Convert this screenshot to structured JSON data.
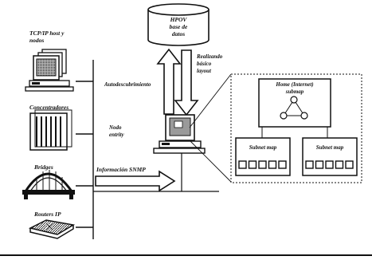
{
  "left_nodes": {
    "tcpip": {
      "label_line1": "TCP/IP host y",
      "label_line2": "nodos"
    },
    "concentrators": {
      "label": "Concentradores"
    },
    "bridges": {
      "label": "Bridges"
    },
    "routers": {
      "label": "Routers IP"
    }
  },
  "database": {
    "line1": "HPOV",
    "line2": "base de",
    "line3": "datos"
  },
  "arrows": {
    "autodiscovery": "Autodescubrimiento",
    "layout_line1": "Realizando",
    "layout_line2": "básico",
    "layout_line3": "layout",
    "snmp": "Información SNMP"
  },
  "station": {
    "line1": "Nodo",
    "line2": "entrity"
  },
  "map_panel": {
    "home_line1": "Home (Internet)",
    "home_line2": "submap",
    "subnet_left": "Subnet map",
    "subnet_right": "Subnet map",
    "subnet_left_slots": 5,
    "subnet_right_slots": 5
  },
  "colors": {
    "ink": "#111111",
    "screen_grey": "#9a9a9a",
    "paper": "#ffffff"
  }
}
